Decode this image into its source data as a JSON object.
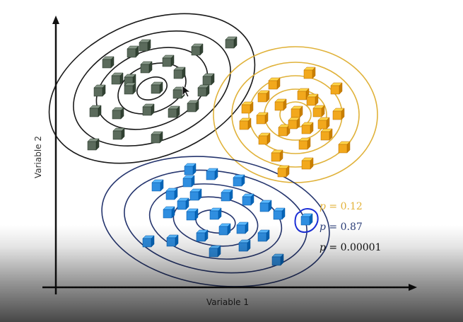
{
  "axes": {
    "x_label": "Variable 1",
    "y_label": "Variable 2"
  },
  "clusters": [
    {
      "id": "green",
      "color": "#5b6b5c",
      "ring_color": "#1a1a1a",
      "cubes": 24
    },
    {
      "id": "orange",
      "color": "#f2a81c",
      "ring_color": "#e0b23a",
      "cubes": 24
    },
    {
      "id": "blue",
      "color": "#2f8ee0",
      "ring_color": "#25356e",
      "cubes": 24
    }
  ],
  "annotations": [
    {
      "var": "p",
      "text": " = 0.12",
      "color": "#e3b33b"
    },
    {
      "var": "p",
      "text": " = 0.87",
      "color": "#2c3f78"
    },
    {
      "var": "p",
      "text": " = 0.00001",
      "color": "#111111"
    }
  ],
  "highlight": {
    "color": "#1c2fd6"
  }
}
